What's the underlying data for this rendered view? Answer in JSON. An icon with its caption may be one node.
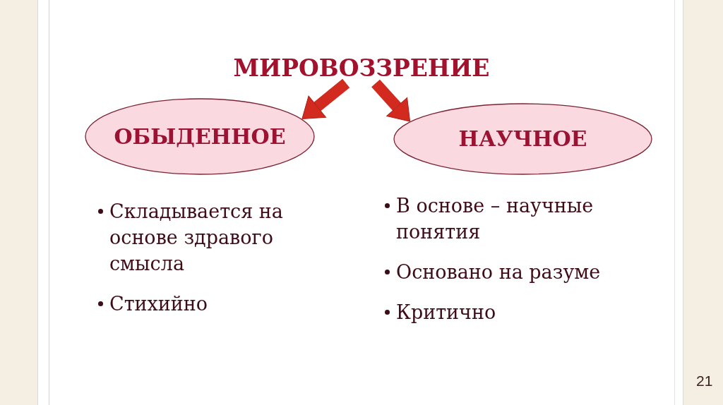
{
  "diagram": {
    "nodes": [
      {
        "text": [
          "МИРОВОЗЗРЕНИЕ"
        ]
      },
      {
        "text": [
          "ОБЫДЕННОЕ"
        ],
        "beside": [
          "Складывается на основе здравого смысла",
          "Стихийно"
        ]
      },
      {
        "text": [
          "НАУЧНОЕ"
        ],
        "beside": [
          "В основе – научные понятия",
          "Основано на разуме",
          "Критично"
        ]
      }
    ],
    "edges": [
      {
        "from": 0,
        "to": 1,
        "arrow": "to"
      },
      {
        "from": 0,
        "to": 2,
        "arrow": "to"
      }
    ],
    "labels": [
      "21"
    ]
  }
}
